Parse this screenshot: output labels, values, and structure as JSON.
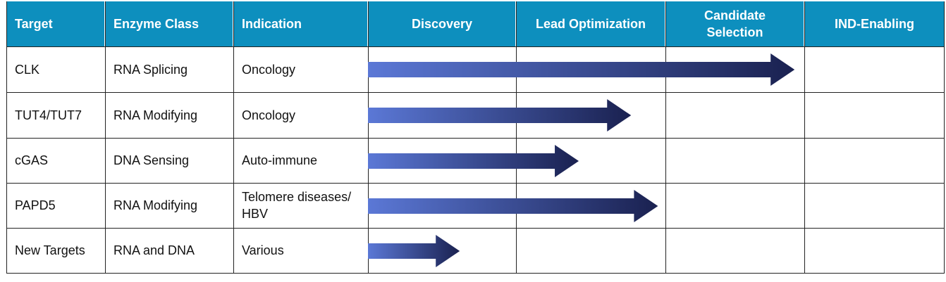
{
  "table": {
    "columns": [
      "Target",
      "Enzyme Class",
      "Indication"
    ],
    "stages": [
      "Discovery",
      "Lead Optimization",
      "Candidate Selection",
      "IND-Enabling"
    ]
  },
  "colors": {
    "header_bg": "#0d8fbe",
    "header_text": "#ffffff",
    "arrow_start": "#5b78d6",
    "arrow_end": "#1a2150",
    "grid": "#222222"
  },
  "chart_data": {
    "type": "table",
    "stage_labels": [
      "Discovery",
      "Lead Optimization",
      "Candidate Selection",
      "IND-Enabling"
    ],
    "rows": [
      {
        "target": "CLK",
        "enzyme_class": "RNA Splicing",
        "indication": "Oncology",
        "progress_stages": 2.93
      },
      {
        "target": "TUT4/TUT7",
        "enzyme_class": "RNA Modifying",
        "indication": "Oncology",
        "progress_stages": 1.77
      },
      {
        "target": "cGAS",
        "enzyme_class": "DNA Sensing",
        "indication": "Auto-immune",
        "progress_stages": 1.42
      },
      {
        "target": "PAPD5",
        "enzyme_class": "RNA Modifying",
        "indication": "Telomere diseases/ HBV",
        "progress_stages": 1.95
      },
      {
        "target": "New Targets",
        "enzyme_class": "RNA and DNA",
        "indication": "Various",
        "progress_stages": 0.62
      }
    ]
  }
}
